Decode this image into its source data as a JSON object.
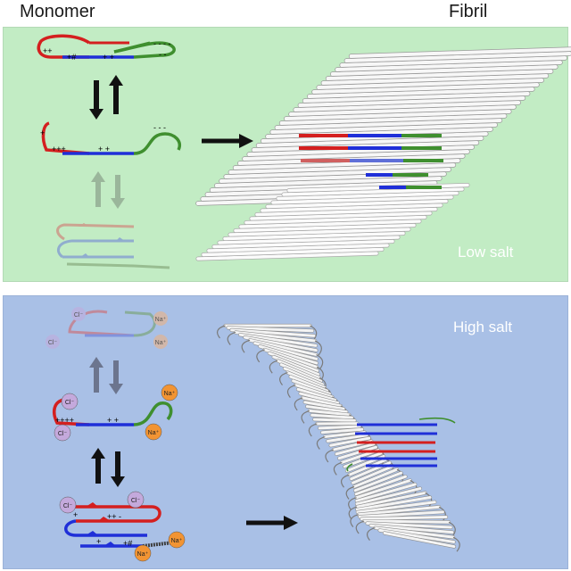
{
  "headers": {
    "monomer": "Monomer",
    "fibril": "Fibril"
  },
  "panels": {
    "low": {
      "label": "Low salt"
    },
    "high": {
      "label": "High salt"
    }
  },
  "ions": {
    "chloride": "Cl⁻",
    "sodium": "Na⁺"
  },
  "colors": {
    "low_bg": "#c2ecc4",
    "high_bg": "#a9c0e6",
    "segment_n": "#d41f1f",
    "segment_mid": "#1f2fd8",
    "segment_c": "#3f8f2f",
    "chloride_ion": "#c4a9dc",
    "sodium_ion": "#f29433"
  }
}
